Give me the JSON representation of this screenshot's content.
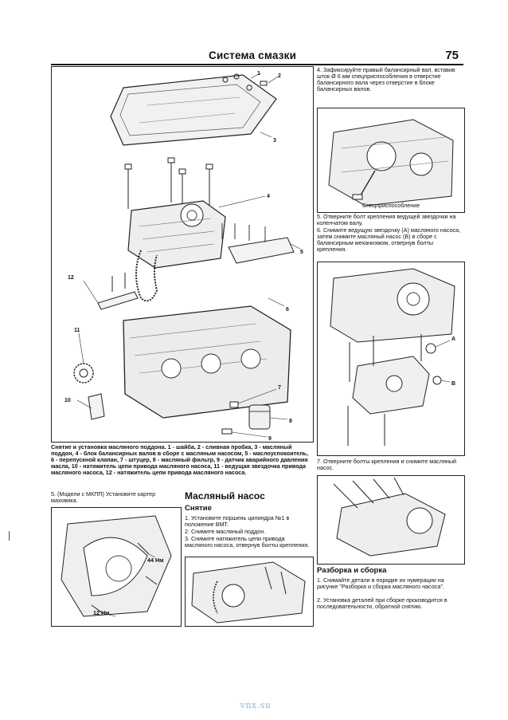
{
  "header": {
    "title": "Система смазки",
    "page_number": "75"
  },
  "main_figure": {
    "callouts": [
      "1",
      "2",
      "3",
      "4",
      "5",
      "6",
      "7",
      "8",
      "9",
      "10",
      "11",
      "12"
    ],
    "caption": "Снятие и установка масляного поддона. 1 - шайба, 2 - сливная пробка, 3 - масляный поддон, 4 - блок балансирных валов в сборе с масляным насосом, 5 - маслоуспокоитель, 6 - перепускной клапан, 7 - штуцер, 8 - масляный фильтр, 9 - датчик аварийного давления масла, 10 - натяжитель цепи привода масляного насоса, 11 - ведущая звездочка привода масляного насоса, 12 - натяжитель цепи привода масляного насоса."
  },
  "right_column": {
    "step4": "4. Зафиксируйте правый балансирный вал, вставив шток Ø 6 мм спецприспособления в отверстие балансирного вала через отверстие в блоке балансирных валов.",
    "fig1_label": "Спецприспособление",
    "step5": "5. Отверните болт крепления ведущей звездочки на коленчатом валу.",
    "step6": "6. Снимите ведущую звездочку (А) масляного насоса, затем снимите масляный насос (В) в сборе с балансирным механизмом, отвернув болты крепления.",
    "fig2_callouts": [
      "A",
      "B"
    ],
    "step7": "7. Отверните болты крепления и снимите масляный насос.",
    "subheading": "Разборка и сборка",
    "assembly1": "1. Снимайте детали в порядке их нумерации на рисунке \"Разборка и сборка масляного насоса\".",
    "assembly2": "2. Установка деталей при сборке производится в последовательности, обратной снятию."
  },
  "left_bottom": {
    "note": "5. (Модели с МКПП) Установите картер маховика.",
    "torque_top": "44 Нм",
    "torque_bottom": "12 Нм"
  },
  "middle_bottom": {
    "heading": "Масляный насос",
    "subheading": "Снятие",
    "step1": "1. Установите поршень цилиндра №1 в положение ВМТ.",
    "step2": "2. Снимите масляный поддон.",
    "step3": "3. Снимите натяжитель цепи привода масляного насоса, отвернув болты крепления."
  },
  "footer": {
    "watermark": "vnx.su"
  }
}
